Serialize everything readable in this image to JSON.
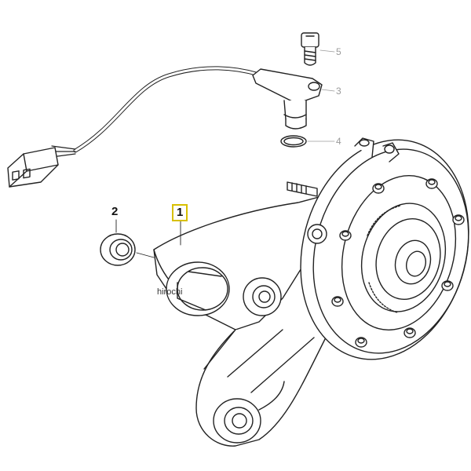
{
  "callouts": {
    "part_1": "1",
    "part_2": "2",
    "part_3": "3",
    "part_4": "4",
    "part_5": "5"
  },
  "watermark": "hirochi",
  "colors": {
    "line": "#222222",
    "highlight": "#d8c000",
    "leader_grey": "#9a9a9a",
    "background": "#ffffff"
  }
}
